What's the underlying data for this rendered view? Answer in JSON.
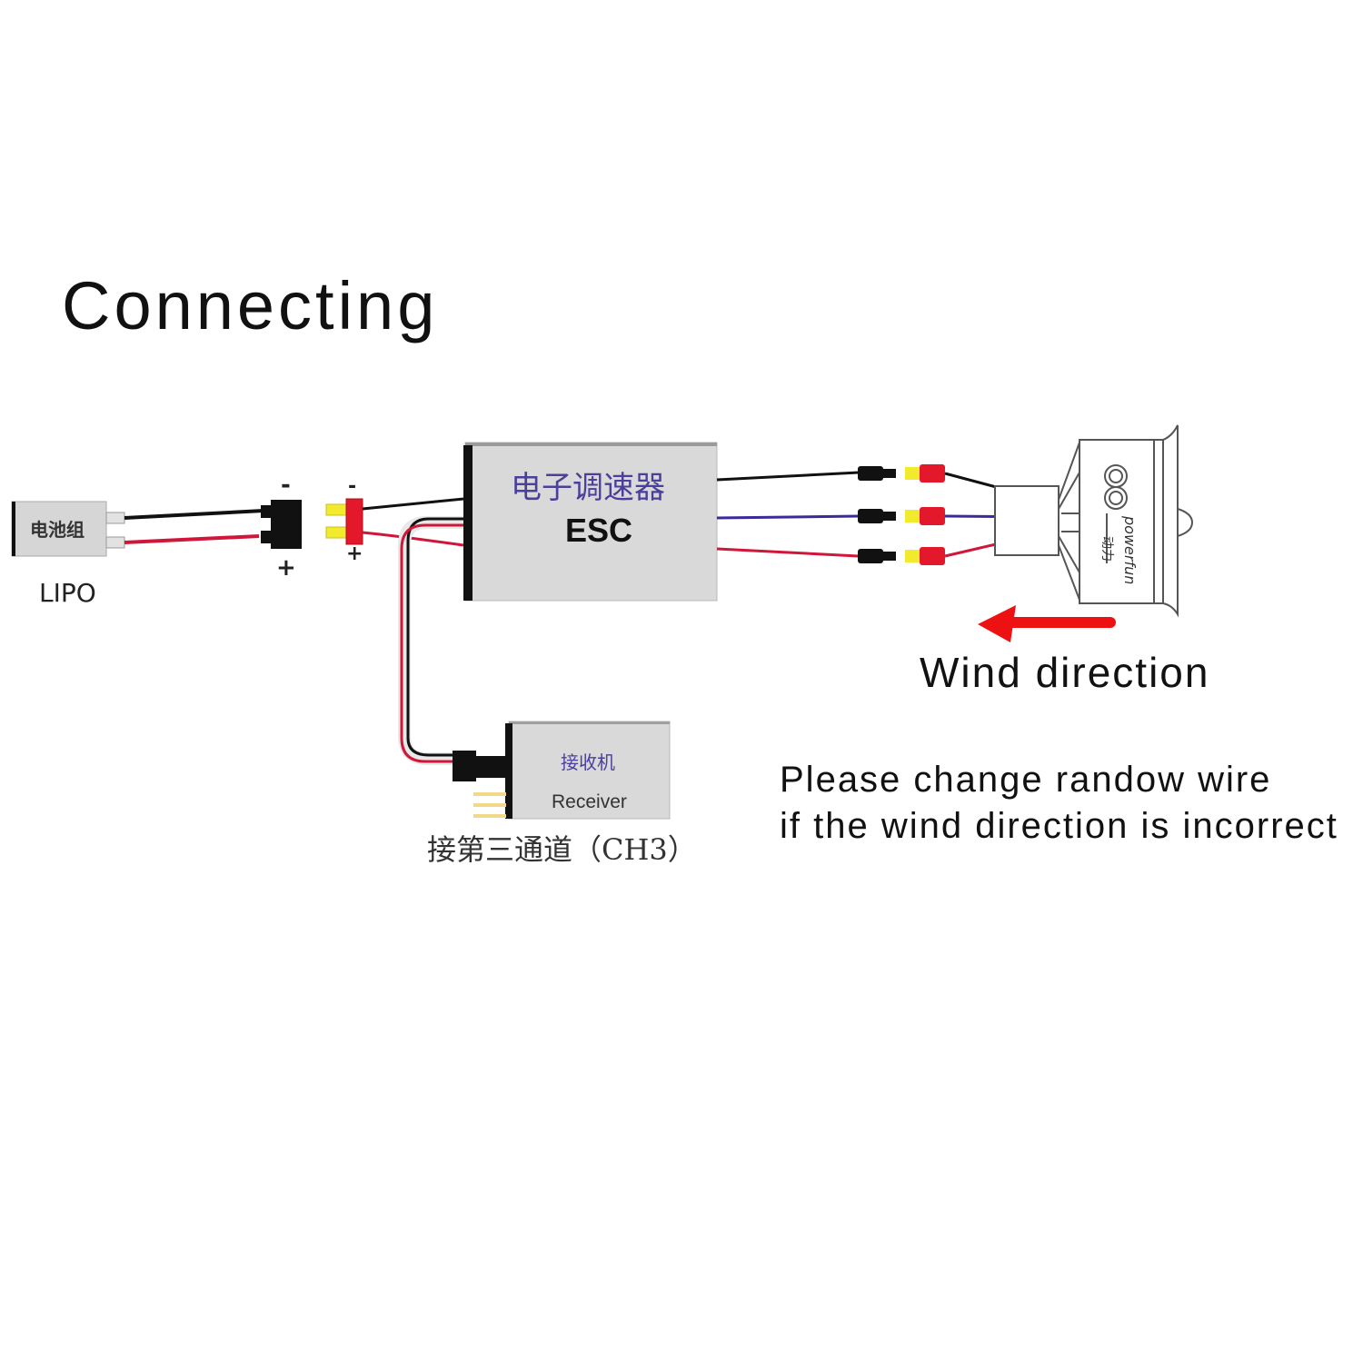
{
  "title": "Connecting",
  "battery": {
    "label_cn": "电池组",
    "label": "LIPO",
    "connector_minus": "-",
    "connector_plus": "+"
  },
  "esc_plug": {
    "minus": "-",
    "plus": "+"
  },
  "esc": {
    "label_cn": "电子调速器",
    "label": "ESC"
  },
  "receiver": {
    "label_cn": "接收机",
    "label": "Receiver",
    "channel_note": "接第三通道（CH3）"
  },
  "motor": {
    "brand_text": "powerfun",
    "brand_cn": "动力"
  },
  "wind": {
    "label": "Wind direction",
    "arrow_direction": "left"
  },
  "note": {
    "line1": "Please change randow wire",
    "line2": "if the wind direction is incorrect"
  },
  "colors": {
    "wire_black": "#111111",
    "wire_red": "#d0173a",
    "wire_purple": "#3a2a9a",
    "connector_red": "#e3192b",
    "connector_yellow": "#f2ea2c",
    "box_fill": "#d9d9d9",
    "arrow_red": "#ee1111"
  }
}
